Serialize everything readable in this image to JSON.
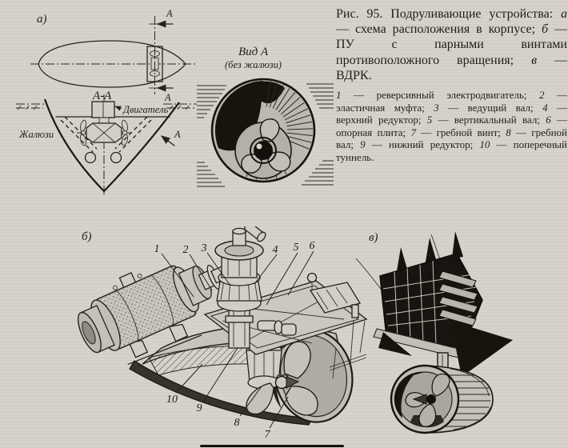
{
  "page": {
    "paper_color": "#d6d2c9",
    "ink_color": "#211f1a"
  },
  "caption": {
    "figure_label": "Рис. 95.",
    "title": "Подруливающие устройства:",
    "parts": [
      {
        "key": "а",
        "desc": "схема расположения в корпусе"
      },
      {
        "key": "б",
        "desc": "ПУ с парными винтами противоположного вращения"
      },
      {
        "key": "в",
        "desc": "ВДРК"
      }
    ],
    "legend": [
      {
        "num": "1",
        "label": "реверсивный электродвигатель"
      },
      {
        "num": "2",
        "label": "эластичная муфта"
      },
      {
        "num": "3",
        "label": "ведущий вал"
      },
      {
        "num": "4",
        "label": "верхний редуктор"
      },
      {
        "num": "5",
        "label": "вертикальный вал"
      },
      {
        "num": "6",
        "label": "опорная плита"
      },
      {
        "num": "7",
        "label": "гребной винт"
      },
      {
        "num": "8",
        "label": "гребной вал"
      },
      {
        "num": "9",
        "label": "нижний редуктор"
      },
      {
        "num": "10",
        "label": "поперечный туннель"
      }
    ]
  },
  "diagram_a": {
    "label": "а)",
    "section_cut_label": "А",
    "section_view_label": "А-А",
    "engine_label": "Двигатель",
    "louvers_label": "Жалюзи",
    "view_arrow_label": "А"
  },
  "view_a": {
    "title": "Вид А",
    "subtitle": "(без жалюзи)"
  },
  "drawing_b": {
    "label": "б)",
    "part_numbers": [
      "1",
      "2",
      "3",
      "4",
      "5",
      "6",
      "7",
      "8",
      "9",
      "10"
    ]
  },
  "drawing_v": {
    "label": "в)"
  }
}
